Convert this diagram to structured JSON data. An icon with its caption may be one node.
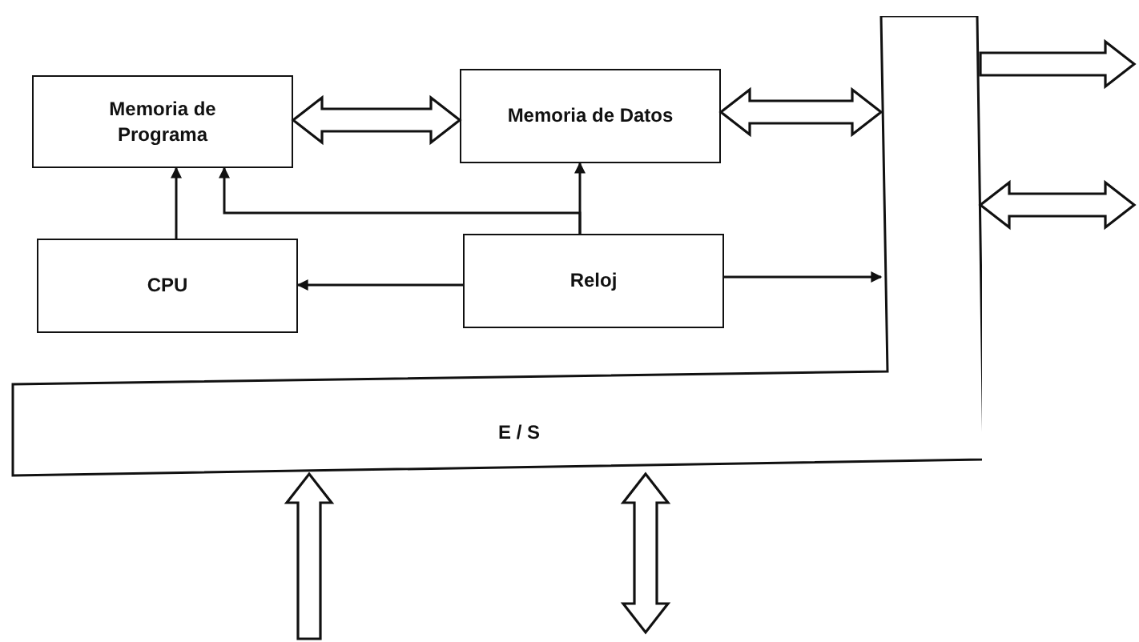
{
  "diagram": {
    "nodes": [
      {
        "text": [
          "Memoria de Programa"
        ]
      },
      {
        "text": [
          "Memoria de Datos"
        ]
      },
      {
        "text": [
          "CPU"
        ]
      },
      {
        "text": [
          "Reloj"
        ]
      },
      {
        "text": [
          "E / S"
        ]
      }
    ],
    "edges": [
      {
        "from": 0,
        "to": 1,
        "arrow": "both",
        "style": "thick"
      },
      {
        "from": 1,
        "to": 4,
        "arrow": "both",
        "style": "thick"
      },
      {
        "from": 2,
        "to": 0,
        "arrow": "to"
      },
      {
        "from": 3,
        "to": 1,
        "arrow": "to"
      },
      {
        "from": 3,
        "to": 0,
        "arrow": "to"
      },
      {
        "from": 3,
        "to": 2,
        "arrow": "to"
      },
      {
        "from": 3,
        "to": 4,
        "arrow": "to"
      },
      {
        "from": 4,
        "to": null,
        "arrow": "to",
        "style": "thick"
      },
      {
        "from": 4,
        "to": null,
        "arrow": "both",
        "style": "thick"
      },
      {
        "from": null,
        "to": 4,
        "arrow": "to",
        "style": "thick"
      },
      {
        "from": 4,
        "to": null,
        "arrow": "both",
        "style": "thick"
      }
    ]
  }
}
